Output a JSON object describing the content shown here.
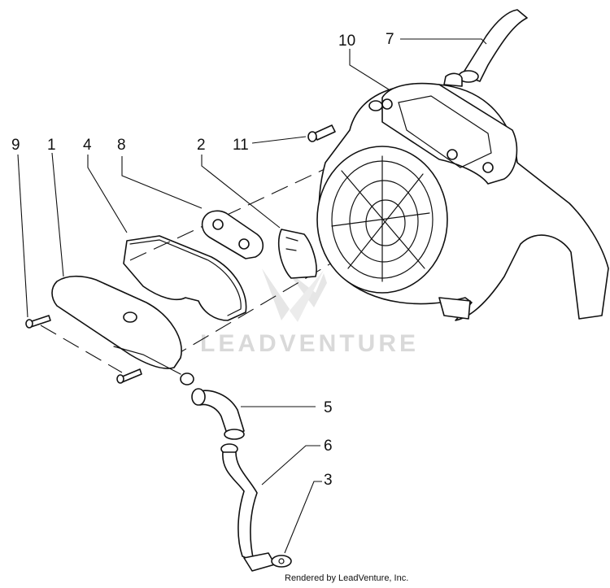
{
  "watermark": {
    "text": "LEADVENTURE"
  },
  "credit": "Rendered by LeadVenture, Inc.",
  "callouts": {
    "c1": "1",
    "c2": "2",
    "c3": "3",
    "c4": "4",
    "c5": "5",
    "c6": "6",
    "c7": "7",
    "c8": "8",
    "c9": "9",
    "c10": "10",
    "c11": "11"
  }
}
